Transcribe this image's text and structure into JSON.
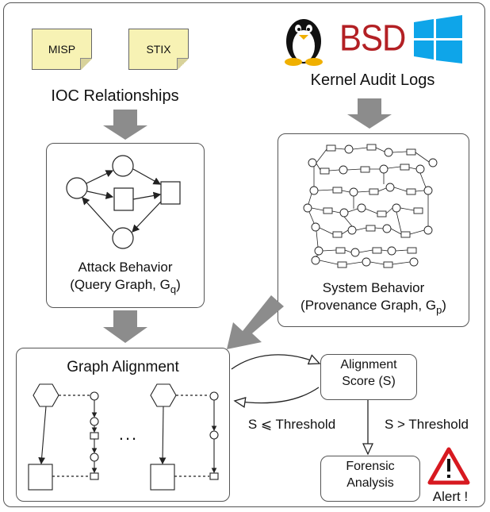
{
  "sources": {
    "note_1": "MISP",
    "note_2": "STIX",
    "ioc_label": "IOC Relationships",
    "os_logos": [
      "linux-tux-icon",
      "bsd-logo",
      "windows-logo"
    ],
    "bsd_text": "BSD",
    "kernel_label": "Kernel Audit Logs"
  },
  "query_graph": {
    "line1": "Attack Behavior",
    "line2_prefix": "(Query Graph, G",
    "line2_sub": "q",
    "line2_suffix": ")"
  },
  "provenance_graph": {
    "line1": "System Behavior",
    "line2_prefix": "(Provenance Graph, G",
    "line2_sub": "p",
    "line2_suffix": ")"
  },
  "alignment": {
    "title": "Graph Alignment",
    "ellipsis": "...",
    "score_line1": "Alignment",
    "score_line2": "Score (S)",
    "le_threshold": "S ⩽ Threshold",
    "gt_threshold": "S > Threshold",
    "forensic_line1": "Forensic",
    "forensic_line2": "Analysis",
    "alert": "Alert !"
  },
  "colors": {
    "note_fill": "#f7f2b4",
    "block_arrow": "#8c8c8c",
    "bsd_red": "#b32024",
    "windows_blue": "#0ea5e9",
    "alert_red": "#d71920"
  }
}
